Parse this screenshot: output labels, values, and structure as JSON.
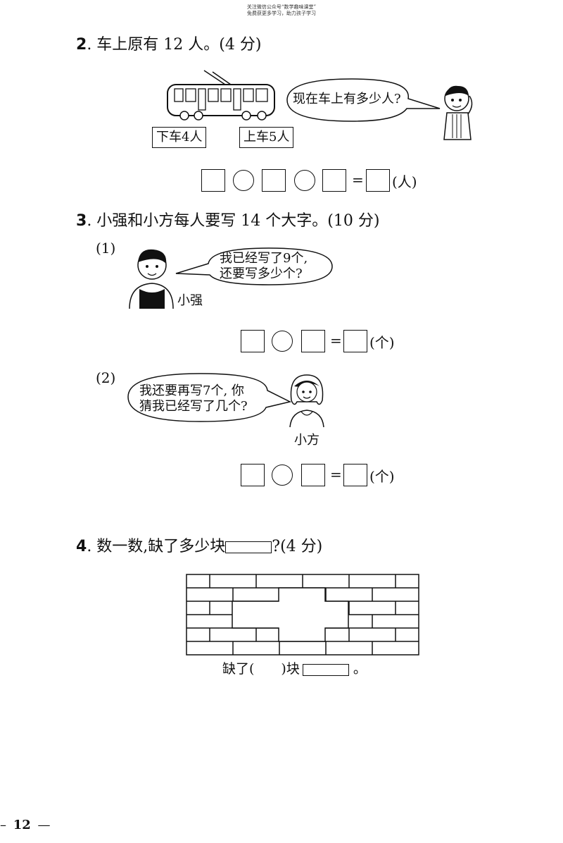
{
  "header": {
    "line1": "关注微信公众号“数学趣味课堂”",
    "line2": "免费获更多学习，助力孩子学习"
  },
  "q2": {
    "num": "2",
    "title": ". 车上原有 12 人。(4 分)",
    "label_down": "下车4人",
    "label_up": "上车5人",
    "speech": "现在车上有多少人?",
    "eq_sign": "=",
    "unit": "(人)"
  },
  "q3": {
    "num": "3",
    "title": ". 小强和小方每人要写 14 个大字。(10 分)",
    "p1": {
      "label": "(1)",
      "speech_line1": "我已经写了9个,",
      "speech_line2": "还要写多少个?",
      "name": "小强",
      "eq_sign": "=",
      "unit": "(个)"
    },
    "p2": {
      "label": "(2)",
      "speech_line1": "我还要再写7个, 你",
      "speech_line2": "猜我已经写了几个?",
      "name": "小方",
      "eq_sign": "=",
      "unit": "(个)"
    }
  },
  "q4": {
    "num": "4",
    "title_a": ". 数一数,缺了多少块",
    "title_b": "?(4 分)",
    "answer_a": "缺了(",
    "answer_b": ")块",
    "answer_c": "。"
  },
  "footer": {
    "page_number": "12"
  }
}
